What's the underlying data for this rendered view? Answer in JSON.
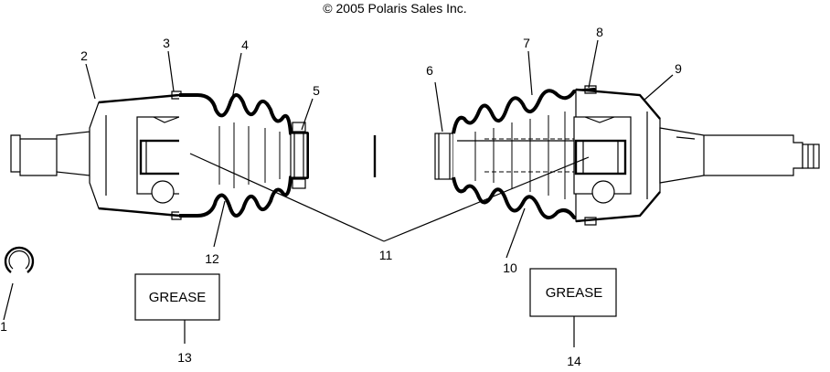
{
  "copyright": "© 2005 Polaris Sales Inc.",
  "callouts": [
    {
      "id": "1",
      "label": "1"
    },
    {
      "id": "2",
      "label": "2"
    },
    {
      "id": "3",
      "label": "3"
    },
    {
      "id": "4",
      "label": "4"
    },
    {
      "id": "5",
      "label": "5"
    },
    {
      "id": "6",
      "label": "6"
    },
    {
      "id": "7",
      "label": "7"
    },
    {
      "id": "8",
      "label": "8"
    },
    {
      "id": "9",
      "label": "9"
    },
    {
      "id": "10",
      "label": "10"
    },
    {
      "id": "11",
      "label": "11"
    },
    {
      "id": "12",
      "label": "12"
    },
    {
      "id": "13",
      "label": "13"
    },
    {
      "id": "14",
      "label": "14"
    }
  ],
  "grease_boxes": [
    {
      "label": "GREASE",
      "callout": "13"
    },
    {
      "label": "GREASE",
      "callout": "14"
    }
  ]
}
